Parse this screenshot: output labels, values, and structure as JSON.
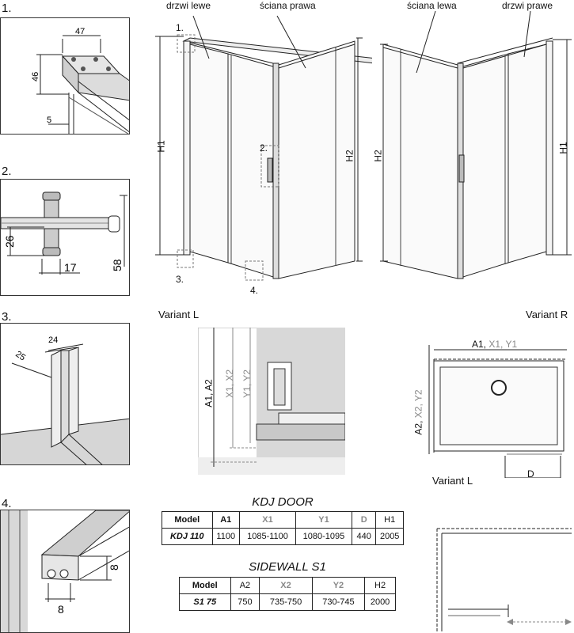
{
  "steps": [
    "1.",
    "2.",
    "3.",
    "4."
  ],
  "detail1": {
    "d47": "47",
    "d46": "46",
    "d5": "5"
  },
  "detail2": {
    "d26": "26",
    "d17": "17",
    "d58": "58"
  },
  "detail3": {
    "d25": "25",
    "d24": "24"
  },
  "detail4": {
    "d8a": "8",
    "d8b": "8"
  },
  "variantL": {
    "label": "Variant L",
    "door_label": "drzwi lewe",
    "wall_label": "ściana prawa",
    "h1": "H1",
    "h2": "H2",
    "callouts": [
      "1.",
      "2.",
      "3.",
      "4."
    ]
  },
  "variantR": {
    "label": "Variant R",
    "door_label": "drzwi prawe",
    "wall_label": "ściana lewa",
    "h1": "H1",
    "h2": "H2"
  },
  "section": {
    "a": "A1, A2",
    "x": "X1, X2",
    "y": "Y1, Y2"
  },
  "plan": {
    "label": "Variant L",
    "top_dim_a": "A1,",
    "top_dim_xy": " X1, Y1",
    "side_dim_a": "A2,",
    "side_dim_xy": " X2, Y2",
    "d": "D"
  },
  "door_table": {
    "title": "KDJ DOOR",
    "headers": [
      "Model",
      "A1",
      "X1",
      "Y1",
      "D",
      "H1"
    ],
    "row": [
      "KDJ 110",
      "1100",
      "1085-1100",
      "1080-1095",
      "440",
      "2005"
    ]
  },
  "wall_table": {
    "title": "SIDEWALL S1",
    "headers": [
      "Model",
      "A2",
      "X2",
      "Y2",
      "H2"
    ],
    "row": [
      "S1 75",
      "750",
      "735-750",
      "730-745",
      "2000"
    ]
  },
  "colors": {
    "line": "#222222",
    "gray_text": "#888888",
    "glass": "#f4f4f4",
    "shade": "#d8d8d8"
  }
}
